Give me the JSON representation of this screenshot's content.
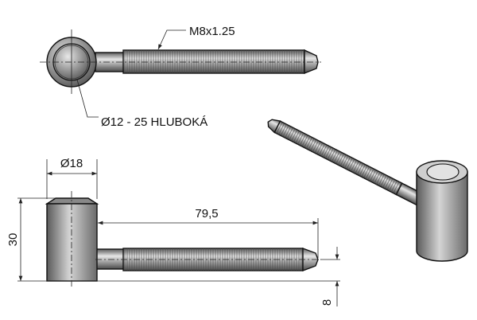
{
  "drawing": {
    "thread_callout": "M8x1.25",
    "hole_callout": "Ø12 - 25 HLUBOKÁ",
    "dim_head_diameter": "Ø18",
    "dim_head_height": "30",
    "dim_pin_length": "79,5",
    "dim_pin_offset": "8"
  },
  "colors": {
    "steel_dark": "#6e6e6e",
    "steel_light": "#d8d8d8",
    "line": "#111111"
  }
}
